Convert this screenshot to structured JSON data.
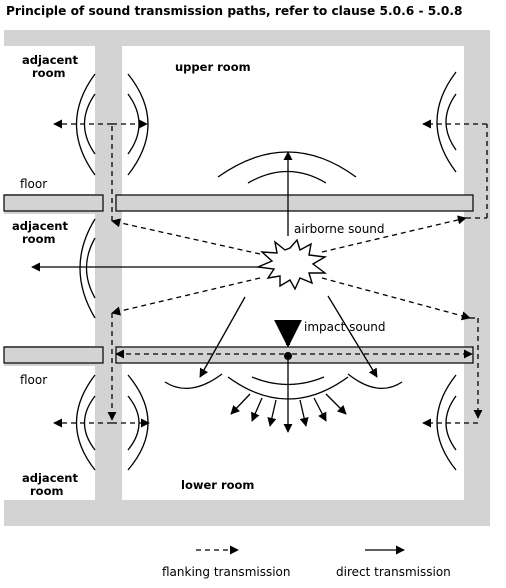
{
  "title": "Principle of sound transmission paths, refer to clause 5.0.6 - 5.0.8",
  "labels": {
    "adjacent_room_top": [
      "adjacent",
      "room"
    ],
    "adjacent_room_mid": [
      "adjacent",
      "room"
    ],
    "adjacent_room_bottom": [
      "adjacent",
      "room"
    ],
    "upper_room": "upper room",
    "lower_room": "lower room",
    "floor_top": "floor",
    "floor_bottom": "floor",
    "airborne_sound": "airborne sound",
    "impact_sound": "impact sound"
  },
  "legend": {
    "flanking": "flanking transmission",
    "direct": "direct transmission"
  },
  "colors": {
    "wall": "#d3d3d3",
    "line": "#000000",
    "background": "#ffffff"
  }
}
